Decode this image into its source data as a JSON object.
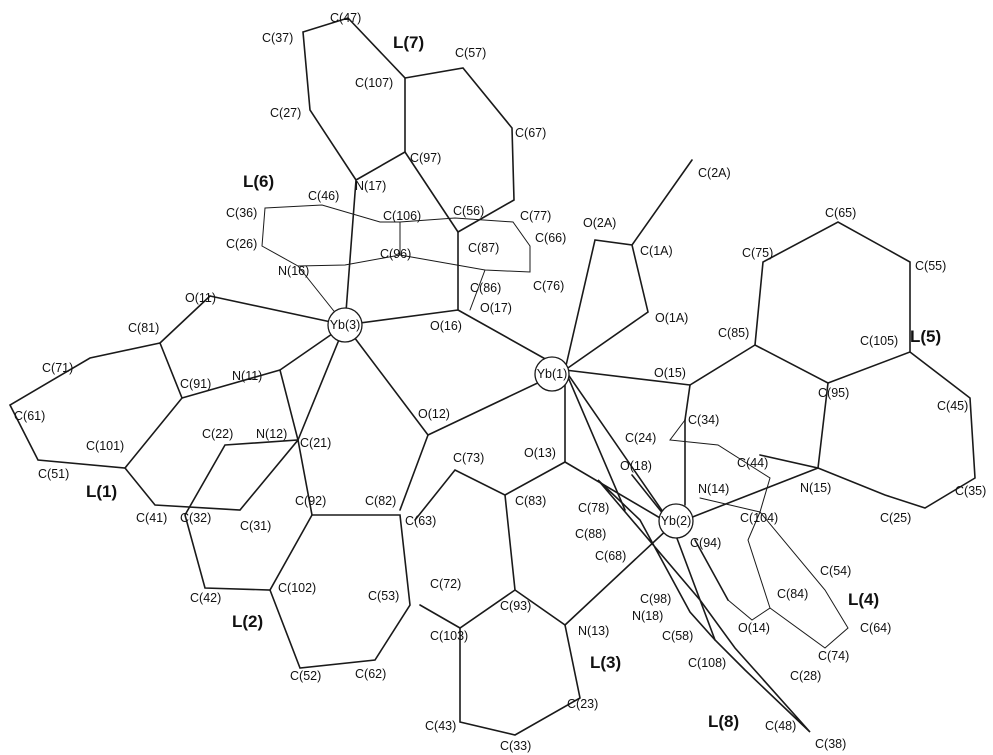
{
  "metals": [
    "Yb(1)",
    "Yb(2)",
    "Yb(3)"
  ],
  "ligands": [
    "L(1)",
    "L(2)",
    "L(3)",
    "L(4)",
    "L(5)",
    "L(6)",
    "L(7)",
    "L(8)"
  ],
  "atoms": [
    "C(37)",
    "C(47)",
    "C(57)",
    "C(107)",
    "C(27)",
    "C(67)",
    "C(97)",
    "N(17)",
    "C(2A)",
    "C(46)",
    "C(36)",
    "C(106)",
    "C(56)",
    "C(77)",
    "C(66)",
    "C(26)",
    "C(96)",
    "C(87)",
    "O(2A)",
    "C(1A)",
    "N(16)",
    "C(86)",
    "O(17)",
    "C(76)",
    "O(1A)",
    "O(11)",
    "O(16)",
    "C(81)",
    "C(71)",
    "N(11)",
    "C(91)",
    "C(65)",
    "C(75)",
    "C(55)",
    "C(85)",
    "C(105)",
    "O(15)",
    "C(95)",
    "C(34)",
    "C(45)",
    "C(61)",
    "N(12)",
    "C(22)",
    "C(21)",
    "O(12)",
    "C(101)",
    "C(51)",
    "C(73)",
    "O(13)",
    "O(18)",
    "C(24)",
    "C(44)",
    "N(14)",
    "N(15)",
    "C(35)",
    "C(25)",
    "C(41)",
    "C(32)",
    "C(31)",
    "C(92)",
    "C(82)",
    "C(63)",
    "C(83)",
    "C(78)",
    "C(88)",
    "C(68)",
    "C(104)",
    "C(94)",
    "C(54)",
    "C(42)",
    "C(102)",
    "C(72)",
    "C(53)",
    "C(93)",
    "C(98)",
    "N(18)",
    "C(58)",
    "C(84)",
    "O(14)",
    "C(64)",
    "N(13)",
    "C(103)",
    "C(74)",
    "C(108)",
    "C(52)",
    "C(62)",
    "C(28)",
    "C(23)",
    "C(43)",
    "C(48)",
    "C(33)",
    "C(38)"
  ]
}
